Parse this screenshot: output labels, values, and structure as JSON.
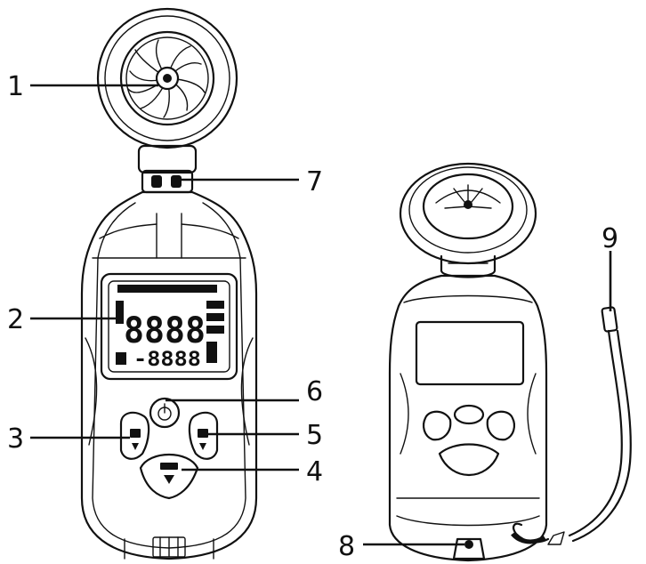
{
  "callouts": [
    {
      "id": 1,
      "label": "1"
    },
    {
      "id": 2,
      "label": "2"
    },
    {
      "id": 3,
      "label": "3"
    },
    {
      "id": 4,
      "label": "4"
    },
    {
      "id": 5,
      "label": "5"
    },
    {
      "id": 6,
      "label": "6"
    },
    {
      "id": 7,
      "label": "7"
    },
    {
      "id": 8,
      "label": "8"
    },
    {
      "id": 9,
      "label": "9"
    }
  ],
  "lcd": {
    "main_reading": "8888",
    "sub_reading": "-8888"
  },
  "colors": {
    "ink": "#111111",
    "paper": "#ffffff"
  },
  "icons": [
    "fan-impeller-icon",
    "power-icon",
    "mode-button-icon",
    "lanyard-icon",
    "tripod-socket-icon"
  ]
}
